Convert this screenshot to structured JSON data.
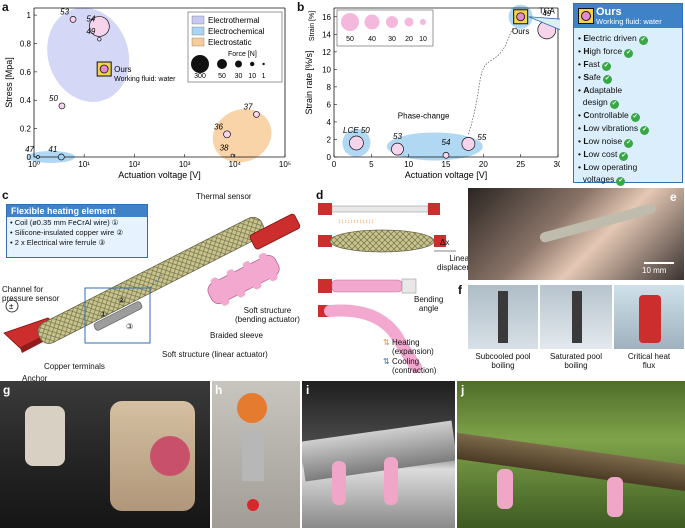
{
  "panels": {
    "a": "a",
    "b": "b",
    "c": "c",
    "d": "d",
    "e": "e",
    "f": "f",
    "g": "g",
    "h": "h",
    "i": "i",
    "j": "j"
  },
  "chart_data": [
    {
      "type": "scatter",
      "xlabel": "Actuation voltage [V]",
      "ylabel": "Stress [Mpa]",
      "xscale": "log",
      "xlim": [
        1,
        100000
      ],
      "ylim": [
        0,
        1.05
      ],
      "xticks": [
        "10⁰",
        "10¹",
        "10²",
        "10³",
        "10⁴",
        "10⁵"
      ],
      "yticks": [
        "0",
        "0.2",
        "0.4",
        "0.6",
        "0.8",
        "1"
      ],
      "legend": [
        "Electrothermal",
        "Electrochemical",
        "Electrostatic"
      ],
      "size_legend_title": "Force [N]",
      "size_legend": [
        "300",
        "50",
        "30",
        "10",
        "1"
      ],
      "points": [
        {
          "label": "53",
          "x": 6,
          "y": 0.97
        },
        {
          "label": "54",
          "x": 20,
          "y": 0.92
        },
        {
          "label": "49",
          "x": 20,
          "y": 0.83
        },
        {
          "label": "Ours",
          "x": 25,
          "y": 0.62
        },
        {
          "label": "50",
          "x": 3.6,
          "y": 0.36
        },
        {
          "label": "47",
          "x": 1.2,
          "y": 0.0
        },
        {
          "label": "41",
          "x": 3.5,
          "y": 0.0
        },
        {
          "label": "37",
          "x": 27000,
          "y": 0.3
        },
        {
          "label": "36",
          "x": 7000,
          "y": 0.16
        },
        {
          "label": "38",
          "x": 9000,
          "y": 0.01
        }
      ],
      "ours_note": "Working fluid: water"
    },
    {
      "type": "scatter",
      "xlabel": "Actuation voltage [V]",
      "ylabel": "Strain rate [%/s]",
      "xlim": [
        0,
        30
      ],
      "ylim": [
        0,
        17
      ],
      "xticks": [
        "0",
        "5",
        "10",
        "15",
        "20",
        "25",
        "30"
      ],
      "yticks": [
        "0",
        "2",
        "4",
        "6",
        "8",
        "10",
        "12",
        "14",
        "16"
      ],
      "size_legend_title": "Strain [%]",
      "size_legend": [
        "50",
        "40",
        "30",
        "20",
        "10"
      ],
      "groups": [
        "LCE",
        "Phase-change",
        "TCA"
      ],
      "points": [
        {
          "label": "LCE 50",
          "x": 3,
          "y": 1.6
        },
        {
          "label": "53",
          "x": 8.5,
          "y": 0.9
        },
        {
          "label": "54",
          "x": 15,
          "y": 0.2
        },
        {
          "label": "55",
          "x": 18,
          "y": 1.5
        },
        {
          "label": "Ours",
          "x": 25,
          "y": 16
        },
        {
          "label": "49",
          "x": 28.5,
          "y": 14.5
        }
      ]
    }
  ],
  "ours_box": {
    "title": "Ours",
    "subtitle": "Working fluid: water",
    "items": [
      {
        "b": "E",
        "t": "lectric driven"
      },
      {
        "b": "H",
        "t": "igh force"
      },
      {
        "b": "F",
        "t": "ast"
      },
      {
        "b": "S",
        "t": "afe"
      },
      {
        "b": "A",
        "t": "daptable"
      },
      {
        "b": "",
        "t": "design"
      },
      {
        "b": "C",
        "t": "ontrollable"
      },
      {
        "b": "L",
        "t": "ow vibrations"
      },
      {
        "b": "L",
        "t": "ow noise"
      },
      {
        "b": "L",
        "t": "ow cost"
      },
      {
        "b": "L",
        "t": "ow operating"
      },
      {
        "b": "",
        "t": "voltages"
      }
    ]
  },
  "panel_c": {
    "box_title": "Flexible heating element",
    "box_items": [
      "• Coil (ø0.35 mm FeCrAl wire) ①",
      "• Silicone-insulated copper wire ②",
      "• 2 x Electrical wire ferrule ③"
    ],
    "thermal_sensor": "Thermal sensor",
    "soft_bending": "Soft structure\n(bending actuator)",
    "braided": "Braided sleeve",
    "soft_linear": "Soft structure (linear actuator)",
    "channel": "Channel for\npressure sensor",
    "copper": "Copper terminals",
    "anchor": "Anchor",
    "n1": "①",
    "n2": "②",
    "n3": "③"
  },
  "panel_d": {
    "dx": "Δx",
    "linear": "Linear\ndisplacement",
    "bending": "Bending\nangle",
    "heating": "Heating\n(expansion)",
    "cooling": "Cooling\n(contraction)"
  },
  "panel_e": {
    "scale": "10 mm"
  },
  "panel_f": {
    "c1": "Subcooled pool\nboiling",
    "c2": "Saturated pool\nboiling",
    "c3": "Critical heat\nflux"
  }
}
